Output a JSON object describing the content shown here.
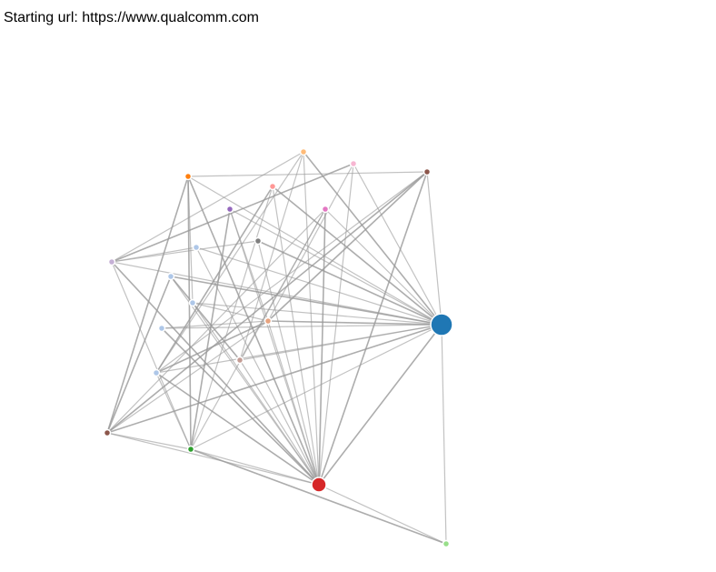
{
  "header": {
    "prefix": "Starting url: ",
    "url": "https://www.qualcomm.com"
  },
  "graph": {
    "type": "force-directed network",
    "link_color": "#999999",
    "nodes": [
      {
        "id": "hub",
        "color": "#1f77b4",
        "size": "large"
      },
      {
        "id": "red",
        "color": "#d62728",
        "size": "medium"
      },
      {
        "id": "green",
        "color": "#2ca02c",
        "size": "small"
      },
      {
        "id": "orange",
        "color": "#ff7f0e",
        "size": "small"
      },
      {
        "id": "light-orange",
        "color": "#ffbb78",
        "size": "small"
      },
      {
        "id": "pink",
        "color": "#f7b6d2",
        "size": "small"
      },
      {
        "id": "brown-top",
        "color": "#8c564b",
        "size": "small"
      },
      {
        "id": "salmon",
        "color": "#ff9896",
        "size": "small"
      },
      {
        "id": "purple",
        "color": "#9467bd",
        "size": "small"
      },
      {
        "id": "magenta",
        "color": "#e377c2",
        "size": "small"
      },
      {
        "id": "grey",
        "color": "#7f7f7f",
        "size": "small"
      },
      {
        "id": "light-blue-1",
        "color": "#aec7e8",
        "size": "small"
      },
      {
        "id": "lavender",
        "color": "#c5b0d5",
        "size": "small"
      },
      {
        "id": "light-blue-2",
        "color": "#aec7e8",
        "size": "small"
      },
      {
        "id": "light-blue-3",
        "color": "#aec7e8",
        "size": "small"
      },
      {
        "id": "light-blue-4",
        "color": "#aec7e8",
        "size": "small"
      },
      {
        "id": "tan",
        "color": "#e7a37f",
        "size": "small"
      },
      {
        "id": "tan-2",
        "color": "#c49c94",
        "size": "small"
      },
      {
        "id": "light-blue-5",
        "color": "#aec7e8",
        "size": "small"
      },
      {
        "id": "brown-bottom",
        "color": "#8c564b",
        "size": "small"
      },
      {
        "id": "light-green",
        "color": "#98df8a",
        "size": "small"
      }
    ],
    "links": [
      [
        "hub",
        "red"
      ],
      [
        "hub",
        "green"
      ],
      [
        "hub",
        "orange"
      ],
      [
        "hub",
        "light-orange"
      ],
      [
        "hub",
        "pink"
      ],
      [
        "hub",
        "brown-top"
      ],
      [
        "hub",
        "salmon"
      ],
      [
        "hub",
        "purple"
      ],
      [
        "hub",
        "magenta"
      ],
      [
        "hub",
        "grey"
      ],
      [
        "hub",
        "light-blue-1"
      ],
      [
        "hub",
        "lavender"
      ],
      [
        "hub",
        "light-blue-2"
      ],
      [
        "hub",
        "light-blue-3"
      ],
      [
        "hub",
        "light-blue-4"
      ],
      [
        "hub",
        "tan"
      ],
      [
        "hub",
        "tan-2"
      ],
      [
        "hub",
        "light-blue-5"
      ],
      [
        "hub",
        "brown-bottom"
      ],
      [
        "hub",
        "light-green"
      ],
      [
        "red",
        "green"
      ],
      [
        "red",
        "orange"
      ],
      [
        "red",
        "light-orange"
      ],
      [
        "red",
        "pink"
      ],
      [
        "red",
        "brown-top"
      ],
      [
        "red",
        "salmon"
      ],
      [
        "red",
        "purple"
      ],
      [
        "red",
        "magenta"
      ],
      [
        "red",
        "grey"
      ],
      [
        "red",
        "light-blue-1"
      ],
      [
        "red",
        "lavender"
      ],
      [
        "red",
        "light-blue-2"
      ],
      [
        "red",
        "light-blue-3"
      ],
      [
        "red",
        "light-blue-4"
      ],
      [
        "red",
        "tan"
      ],
      [
        "red",
        "tan-2"
      ],
      [
        "red",
        "light-blue-5"
      ],
      [
        "red",
        "brown-bottom"
      ],
      [
        "red",
        "light-green"
      ],
      [
        "green",
        "orange"
      ],
      [
        "green",
        "lavender"
      ],
      [
        "green",
        "light-blue-5"
      ],
      [
        "green",
        "purple"
      ],
      [
        "green",
        "salmon"
      ],
      [
        "green",
        "magenta"
      ],
      [
        "green",
        "light-green"
      ],
      [
        "green",
        "brown-bottom"
      ],
      [
        "orange",
        "brown-top"
      ],
      [
        "orange",
        "brown-bottom"
      ],
      [
        "orange",
        "light-blue-3"
      ],
      [
        "lavender",
        "light-orange"
      ],
      [
        "lavender",
        "pink"
      ],
      [
        "lavender",
        "grey"
      ],
      [
        "lavender",
        "light-blue-1"
      ],
      [
        "brown-bottom",
        "brown-top"
      ],
      [
        "brown-bottom",
        "magenta"
      ],
      [
        "brown-bottom",
        "tan"
      ],
      [
        "brown-bottom",
        "light-blue-2"
      ],
      [
        "light-blue-5",
        "light-orange"
      ],
      [
        "light-blue-5",
        "brown-top"
      ],
      [
        "light-blue-5",
        "tan"
      ],
      [
        "light-blue-4",
        "tan"
      ],
      [
        "light-blue-3",
        "tan"
      ],
      [
        "light-blue-2",
        "tan-2"
      ],
      [
        "tan",
        "pink"
      ],
      [
        "tan-2",
        "magenta"
      ],
      [
        "tan",
        "brown-top"
      ],
      [
        "tan-2",
        "light-orange"
      ],
      [
        "purple",
        "tan"
      ],
      [
        "salmon",
        "light-blue-5"
      ]
    ]
  }
}
